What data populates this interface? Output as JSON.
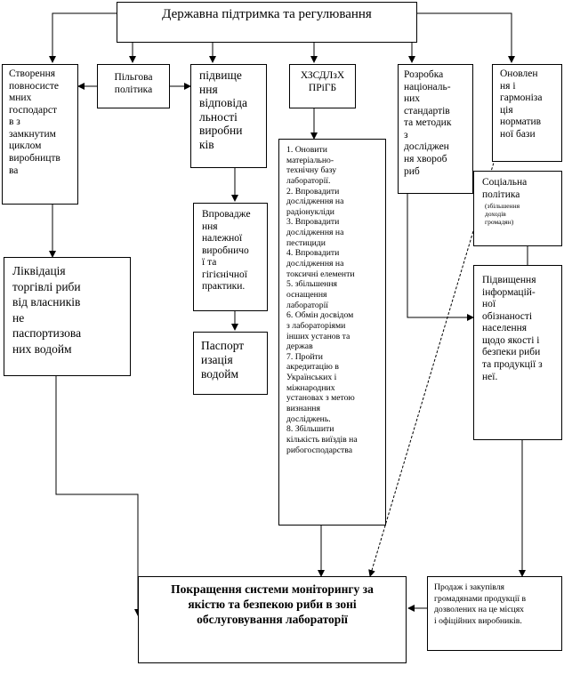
{
  "boxes": {
    "top": "Державна підтримка та регулювання",
    "closed_cycle": "Створення\nповносисте\nмних\nгосподарст\nв з\nзамкнутим\nциклом\nвиробництв\nва",
    "preferential": "Пільгова\nполітика",
    "responsibility": "підвище\nння\nвідповіда\nльності\nвиробни\nків",
    "lab_org": "ХЗСДЛзХ\nПРіГБ",
    "standards": "Розробка\nнаціональ-\nних\nстандартів\nта методик\nз\nдосліджен\nня хвороб\nриб",
    "harmonization": "Оновлен\nня і\nгармоніза\nція\nнорматив\nної бази",
    "lab_tasks": "1. Оновити\nматеріально-\nтехнічну базу\nлабораторії.\n2. Впровадити\nдослідження на\nрадіонукліди\n3. Впровадити\nдослідження на\nпестициди\n4. Впровадити\nдослідження на\nтоксичні елементи\n5. збільшення\nоснащення\nлабораторії\n6. Обмін досвідом\nз лабораторіями\nінших установ та\nдержав\n7. Пройти\nакредитацію в\nУкраїнських і\nміжнародних\nустановах з метою\nвизнання\nдосліджень.\n8. Збільшити\nкількість виїздів на\nрибогосподарства",
    "social": "Соціальна\nполітика",
    "social_note": "(збільшення\nдоходів\nгромадян)",
    "gmp": "Впроваджe\nння\nналежної\nвиробничо\nї та\nгігієнічної\nпрактики.",
    "elimination": "Ліквідація\nторгівлі риби\nвід власників\nне\nпаспортизова\nних водойм",
    "passport": "Паспорт\nизація\nводойм",
    "awareness": "Підвищення\nінформацій-\nної\nобізнаності\nнаселення\nщодо якості і\nбезпеки риби\nта продукції з\nнеї.",
    "monitoring": "Покращення системи моніторингу за\nякістю та безпекою риби в зоні\nобслуговування лабораторії",
    "purchase": "Продаж і закупівля\nгромадянами продукції в\nдозволених на це місцях\nі офіційних виробників."
  }
}
